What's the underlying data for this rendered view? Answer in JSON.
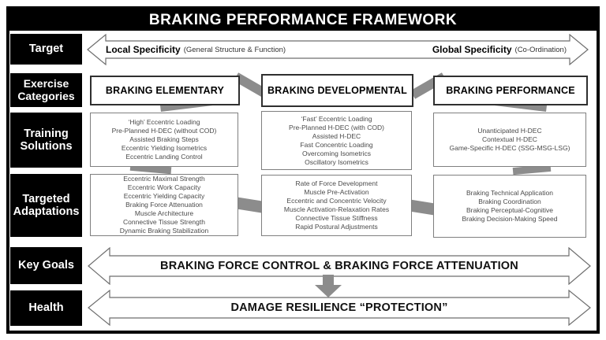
{
  "title": "BRAKING PERFORMANCE FRAMEWORK",
  "target": {
    "label": "Target",
    "left": {
      "main": "Local Specificity",
      "note": "(General Structure & Function)"
    },
    "right": {
      "main": "Global Specificity",
      "note": "(Co-Ordination)"
    }
  },
  "exercise_categories": {
    "label": "Exercise\nCategories",
    "items": [
      "BRAKING ELEMENTARY",
      "BRAKING DEVELOPMENTAL",
      "BRAKING PERFORMANCE"
    ]
  },
  "training_solutions": {
    "label": "Training\nSolutions",
    "elementary": [
      "‘High’ Eccentric Loading",
      "Pre-Planned H-DEC (without COD)",
      "Assisted Braking Steps",
      "Eccentric Yielding Isometrics",
      "Eccentric Landing Control"
    ],
    "developmental": [
      "‘Fast’ Eccentric Loading",
      "Pre-Planned H-DEC (with COD)",
      "Assisted H-DEC",
      "Fast Concentric Loading",
      "Overcoming Isometrics",
      "Oscillatory Isometrics"
    ],
    "performance": [
      "Unanticipated H-DEC",
      "Contextual H-DEC",
      "Game-Specific H-DEC (SSG-MSG-LSG)"
    ]
  },
  "targeted_adaptations": {
    "label": "Targeted\nAdaptations",
    "elementary": [
      "Eccentric Maximal Strength",
      "Eccentric Work Capacity",
      "Eccentric Yielding Capacity",
      "Braking Force Attenuation",
      "Muscle Architecture",
      "Connective Tissue Strength",
      "Dynamic Braking Stabilization"
    ],
    "developmental": [
      "Rate of Force Development",
      "Muscle Pre-Activation",
      "Eccentric and Concentric Velocity",
      "Muscle Activation-Relaxation Rates",
      "Connective Tissue Stiffness",
      "Rapid Postural Adjustments"
    ],
    "performance": [
      "Braking Technical Application",
      "Braking Coordination",
      "Braking Perceptual-Cognitive",
      "Braking Decision-Making Speed"
    ]
  },
  "key_goals": {
    "label": "Key Goals",
    "text": "BRAKING FORCE CONTROL & BRAKING FORCE ATTENUATION"
  },
  "health": {
    "label": "Health",
    "text": "DAMAGE RESILIENCE “PROTECTION”"
  },
  "colors": {
    "frame": "#000000",
    "connector_gray": "#8c8c8c",
    "category_border": "#2f2f2f",
    "list_border": "#7f7f7f",
    "list_text": "#4a4a4a",
    "arrow_outline": "#6e6e6e"
  }
}
